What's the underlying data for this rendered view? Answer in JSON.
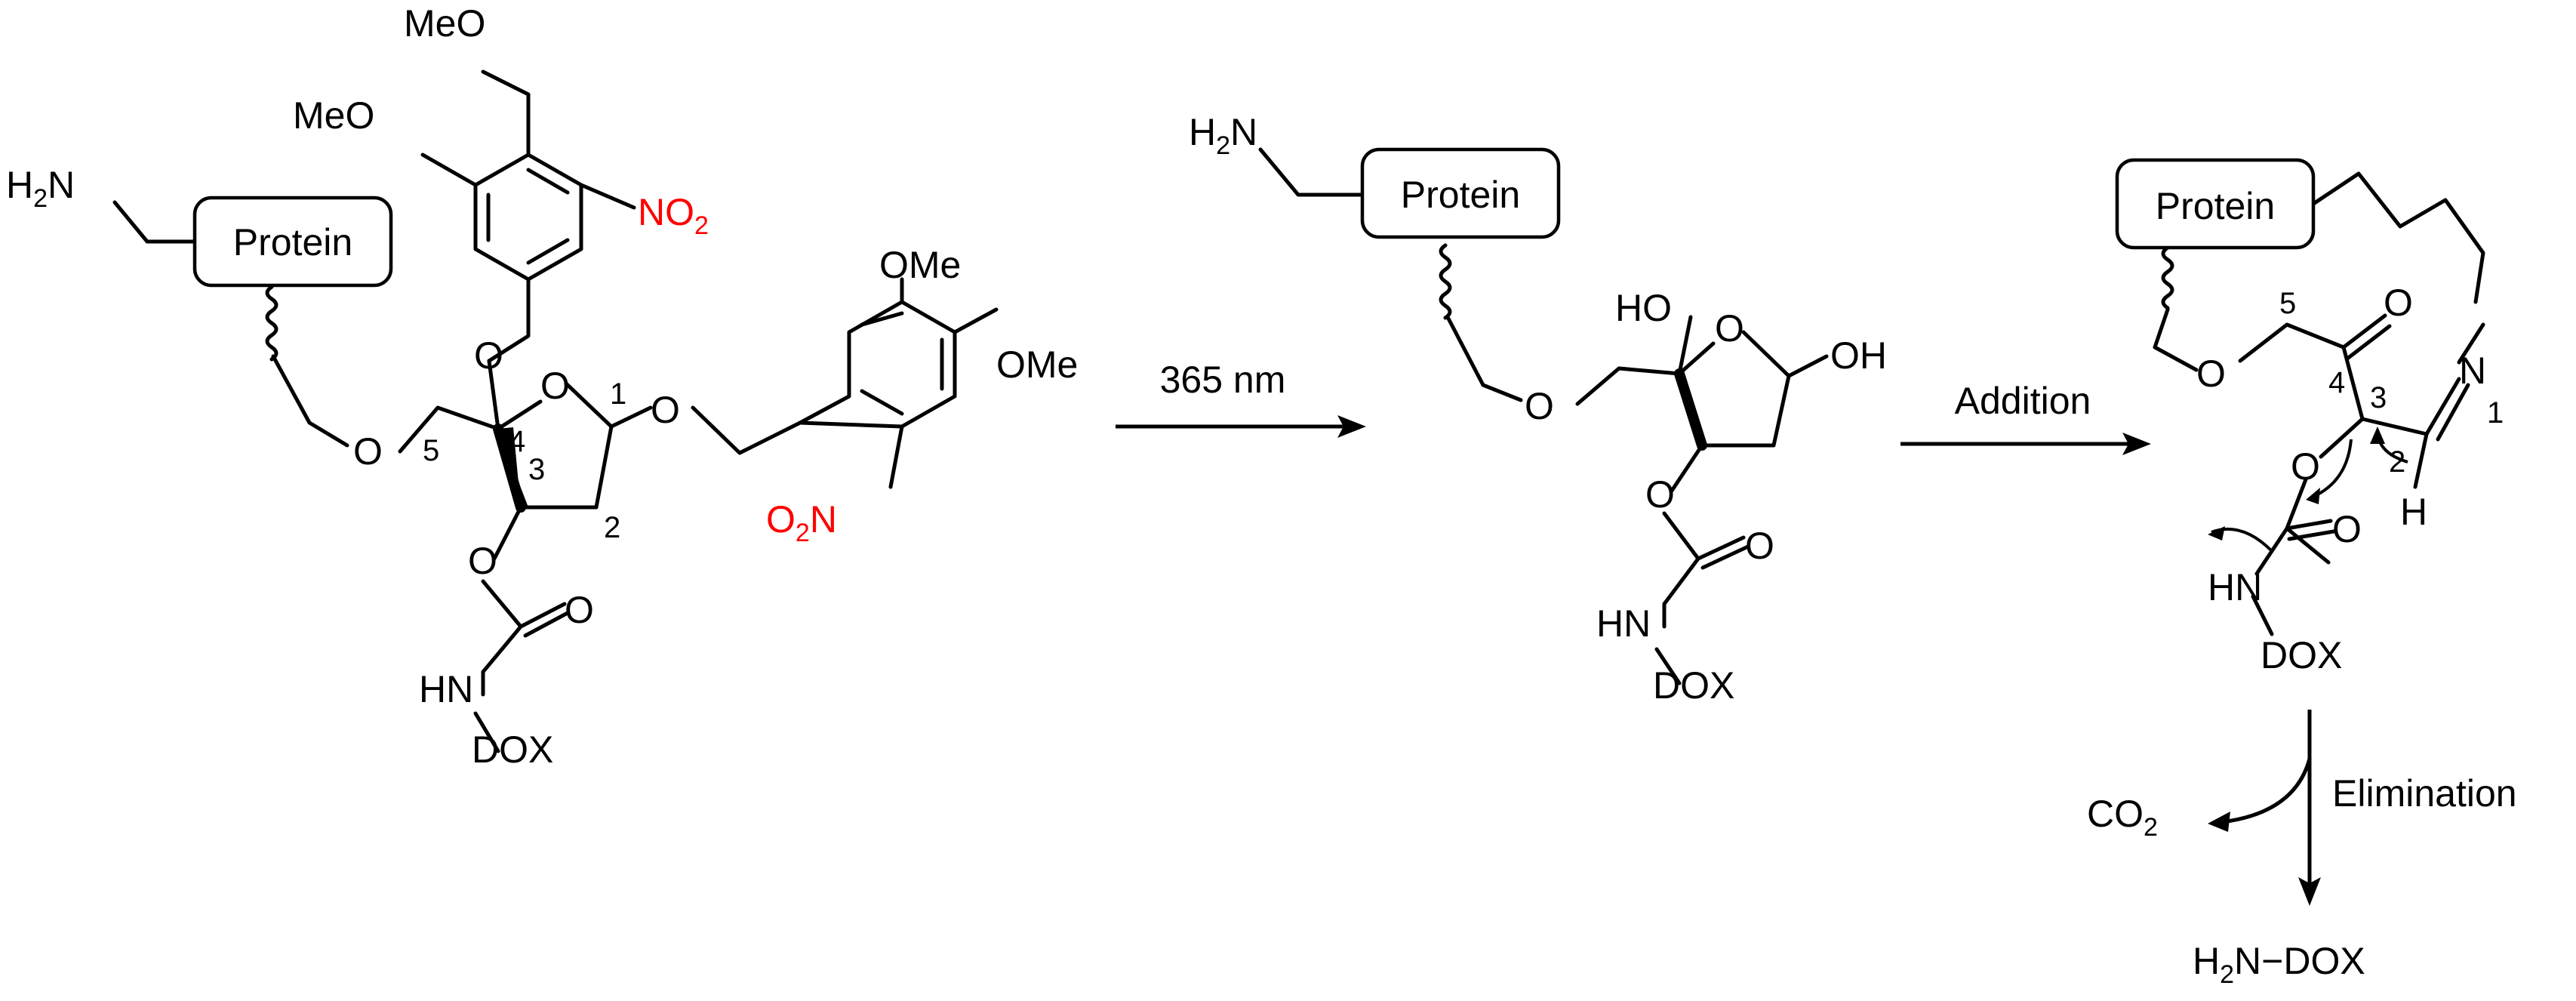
{
  "colors": {
    "ink": "#000000",
    "nitro": "#ff0000",
    "background": "#ffffff"
  },
  "molecule1": {
    "h2n": "H",
    "h2n_sub": "2",
    "h2n_n": "N",
    "protein": "Protein",
    "meo_top": "MeO",
    "meo_left": "MeO",
    "no2_top_n": "NO",
    "no2_top_sub": "2",
    "ome_top": "OMe",
    "ome_right": "OMe",
    "o2n_o": "O",
    "o2n_sub": "2",
    "o2n_n": "N",
    "o_ring": "O",
    "o_acetal": "O",
    "o_link": "O",
    "o_right": "O",
    "o_carb": "O",
    "o_carbonyl": "O",
    "hn": "HN",
    "dox": "DOX",
    "c1": "1",
    "c2": "2",
    "c3": "3",
    "c4": "4",
    "c5": "5"
  },
  "step1": {
    "label": "365 nm"
  },
  "molecule2": {
    "h2n": "H",
    "h2n_sub": "2",
    "h2n_n": "N",
    "protein": "Protein",
    "o_link": "O",
    "ho": "HO",
    "o_ring": "O",
    "oh": "OH",
    "o_carb": "O",
    "o_carbonyl": "O",
    "hn": "HN",
    "dox": "DOX"
  },
  "step2": {
    "label": "Addition"
  },
  "molecule3": {
    "protein": "Protein",
    "o_link": "O",
    "o_ketone": "O",
    "n_imine": "N",
    "h": "H",
    "o_carb": "O",
    "o_carbonyl": "O",
    "hn": "HN",
    "dox": "DOX",
    "c1": "1",
    "c2": "2",
    "c3": "3",
    "c4": "4",
    "c5": "5"
  },
  "step3": {
    "label": "Elimination"
  },
  "products": {
    "co2": "CO",
    "co2_sub": "2",
    "amine_h": "H",
    "amine_sub": "2",
    "amine_rest": "N−DOX"
  }
}
